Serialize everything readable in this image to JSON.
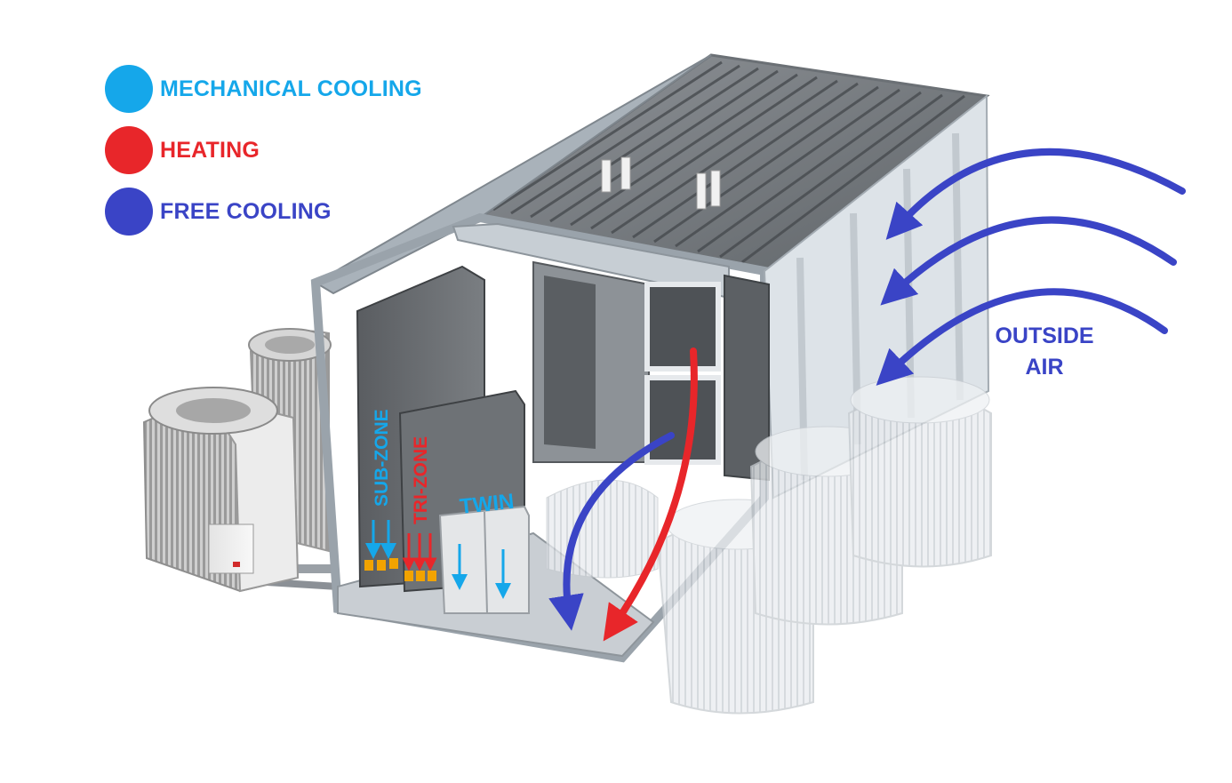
{
  "colors": {
    "mechanical": "#15a7ea",
    "heating": "#e8262a",
    "free": "#3a44c6"
  },
  "legend": [
    {
      "label": "MECHANICAL COOLING",
      "color": "#15a7ea",
      "icon": "circle"
    },
    {
      "label": "HEATING",
      "color": "#e8262a",
      "icon": "circle"
    },
    {
      "label": "FREE COOLING",
      "color": "#3a44c6",
      "icon": "circle"
    }
  ],
  "labels": {
    "sub_zone": "SUB-ZONE",
    "tri_zone": "TRI-ZONE",
    "twin": "TWIN",
    "outside_air_line1": "OUTSIDE",
    "outside_air_line2": "AIR"
  }
}
